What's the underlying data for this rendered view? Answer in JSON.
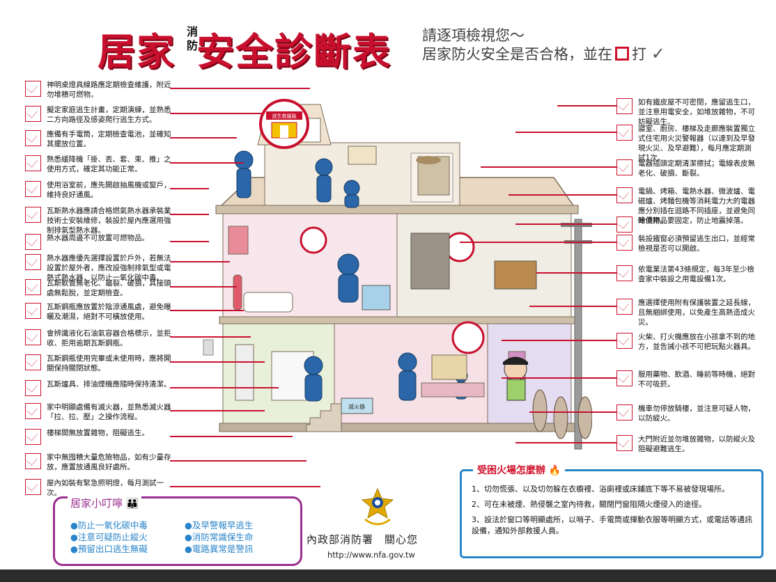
{
  "header": {
    "title_a": "居家",
    "title_small": "消防",
    "title_b": "安全診斷表",
    "subtitle_line1": "請逐項檢視您～",
    "subtitle_line2": "居家防火安全是否合格，並在",
    "subtitle_tail": "打"
  },
  "left_items": [
    {
      "text": "神明桌燈具線路應定期檢查維護，附近勿堆積可燃物。"
    },
    {
      "text": "擬定家庭逃生計畫，定期演練，並熟悉二方向路徑及感姿爬行逃生方式。"
    },
    {
      "text": "應備有手電筒，定期檢查電池，並確知其擺放位置。"
    },
    {
      "text": "熟悉緩降機「掛、丟、套、束、推」之使用方式，確定其功能正常。"
    },
    {
      "text": "使用浴室前，應先開啟抽風機或窗戶，維持良好通風。"
    },
    {
      "text": "瓦斯熱水器應請合格燃氣熱水器承裝業技術士安裝維修，裝設於屋內應選用強制排氣型熱水器。"
    },
    {
      "text": "熱水器周邊不可放置可燃物品。"
    },
    {
      "text": "熱水器應優先選擇設置於戶外，若無法設置於屋外者，應改設強制排氣型或電熱式熱水器，以防止一氧化碳中毒。"
    },
    {
      "text": "瓦斯軟管無老化、龜裂、破損，其接頭處無鬆脫，並定期檢查。"
    },
    {
      "text": "瓦斯鋼瓶應放置於陰涼通風處，避免曝曬及潮濕，絕對不可橫放使用。"
    },
    {
      "text": "會辨識液化石油氣容器合格標示，並拒收、拒用逾期瓦斯鋼瓶。"
    },
    {
      "text": "瓦斯鋼瓶使用完畢或未使用時，應將開關保持關閉狀態。"
    },
    {
      "text": "瓦斯爐具、排油煙機應隨時保持清潔。"
    },
    {
      "text": "家中明顯處備有滅火器，並熟悉滅火器「拉、拉、壓」之操作流程。"
    },
    {
      "text": "樓梯間無放置雜物，阻礙逃生。"
    },
    {
      "text": "家中無囤積大量危險物品，如有少量存放，應置放通風良好處所。"
    },
    {
      "text": "屋內如裝有緊急照明燈，每月測試一次。"
    }
  ],
  "right_items": [
    {
      "text": "如有鐵皮屋不可密閉，應留逃生口，並注意用電安全，如堆放雜物，不可妨礙逃生。"
    },
    {
      "text": "寢室、廚房、樓梯及走廊應裝置獨立式住宅用火災警報器（以達到及早發現火災、及早避難），每月應定期測試1次。"
    },
    {
      "text": "電器插頭定期清潔擦拭；電線表皮無老化、破損、斷裂。"
    },
    {
      "text": "電鍋、烤箱、電熱水器、微波爐、電磁爐、烤麵包機等消耗電力大的電器應分別插在迴路不同插座，並避免同時使用。"
    },
    {
      "text": "傢俱物品要固定，防止地震掉落。"
    },
    {
      "text": "裝設鐵窗必須預留逃生出口，並經常檢視是否可以開啟。"
    },
    {
      "text": "依電業法第43條規定，每3年至少檢查家中裝設之用電設備1次。"
    },
    {
      "text": "應選擇使用附有保護裝置之延長線，且無綑綁使用，以免產生高熱造成火災。"
    },
    {
      "text": "火柴、打火機應放在小孩拿不到的地方，並告誡小孩不可把玩點火器具。"
    },
    {
      "text": "服用藥物、飲酒、睡前等時機，絕對不可吸菸。"
    },
    {
      "text": "機車勿停放騎樓，並注意可疑人物，以防縱火。"
    },
    {
      "text": "大門附近並勿堆放雜物，以防縱火及阻礙避難逃生。"
    }
  ],
  "house": {
    "sign_text": "逃生救援路",
    "fire_ext_text": "滅火器"
  },
  "hint_box": {
    "title": "受困火場怎麼辦",
    "items": [
      "1、切勿慌張、以及切勿躲在衣櫥裡、浴廁裡或床鋪底下等不易被發現場所。",
      "2、可在未被煙、熱侵襲之室內待救，關閉門窗阻隔火煙侵入的途徑。",
      "3、設法於窗口等明顯處所，以哨子、手電筒或揮動衣服等明顯方式，或電話等通訊設備，通知外部救援人員。"
    ]
  },
  "tips_box": {
    "title": "居家小叮嚀",
    "col1": [
      "●防止一氧化碳中毒",
      "●注意可疑防止縱火",
      "●預留出口逃生無礙"
    ],
    "col2": [
      "●及早警報早逃生",
      "●消防常識保生命",
      "●電路異常是警訊"
    ]
  },
  "footer": {
    "org": "內政部消防署　關心您",
    "url": "http://www.nfa.gov.tw"
  },
  "colors": {
    "accent_red": "#c8102e",
    "hint_border": "#2a84c9",
    "tips_border": "#9b2f8f"
  }
}
